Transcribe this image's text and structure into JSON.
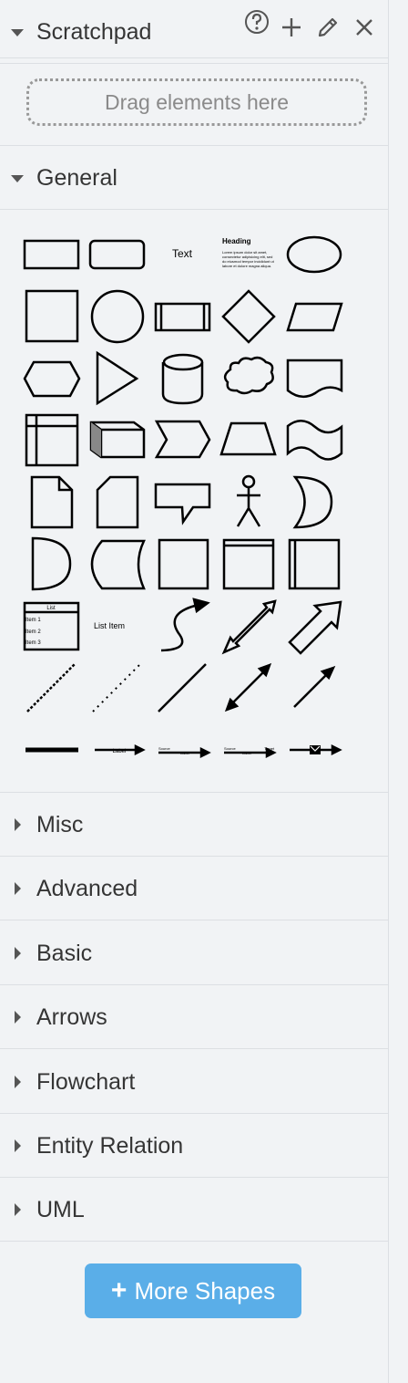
{
  "scratchpad": {
    "title": "Scratchpad",
    "drop_hint": "Drag elements here",
    "toolbar": [
      "help-icon",
      "plus-icon",
      "pencil-icon",
      "close-icon"
    ]
  },
  "general": {
    "title": "General",
    "shape_texts": {
      "text_label": "Text",
      "heading_title": "Heading",
      "heading_body": [
        "Lorem ipsum dolor sit amet,",
        "consectetur adipisicing elit, sed",
        "do eiusmod tempor incididunt ut",
        "labore et dolore magna aliqua."
      ],
      "list_title": "List",
      "list_items": [
        "Item 1",
        "Item 2",
        "Item 3"
      ],
      "list_item_label": "List Item",
      "label_connector": "Label",
      "source_label": "Source",
      "target_label": "Target"
    }
  },
  "sections": [
    "Misc",
    "Advanced",
    "Basic",
    "Arrows",
    "Flowchart",
    "Entity Relation",
    "UML"
  ],
  "more_shapes": {
    "plus": "+",
    "label": "More Shapes"
  },
  "colors": {
    "accent": "#5aaee8",
    "panel": "#f1f3f5",
    "stroke": "#000000"
  }
}
